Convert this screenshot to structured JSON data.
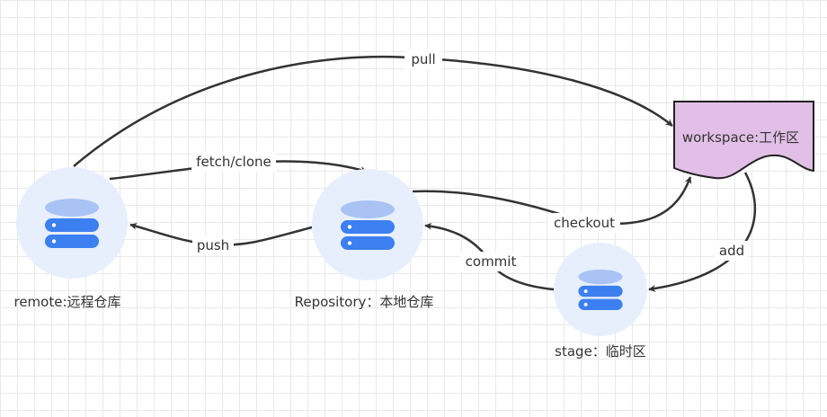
{
  "nodes": {
    "remote": {
      "label": "remote:远程仓库",
      "icon": "database-icon"
    },
    "repository": {
      "label": "Repository：本地仓库",
      "icon": "database-icon"
    },
    "stage": {
      "label": "stage：临时区",
      "icon": "database-icon"
    },
    "workspace": {
      "label": "workspace:工作区",
      "shape": "document"
    }
  },
  "edges": {
    "pull": {
      "label": "pull",
      "from": "remote",
      "to": "workspace"
    },
    "fetch_clone": {
      "label": "fetch/clone",
      "from": "remote",
      "to": "repository"
    },
    "push": {
      "label": "push",
      "from": "repository",
      "to": "remote"
    },
    "checkout": {
      "label": "checkout",
      "from": "repository",
      "to": "workspace"
    },
    "add": {
      "label": "add",
      "from": "workspace",
      "to": "stage"
    },
    "commit": {
      "label": "commit",
      "from": "stage",
      "to": "repository"
    }
  },
  "colors": {
    "node_circle": "#e8effc",
    "db_top": "#a9c3f5",
    "db_body": "#3c7ff0",
    "db_dot": "#ffffff",
    "workspace_fill": "#e2bfe6",
    "workspace_stroke": "#222222",
    "edge": "#333333"
  }
}
